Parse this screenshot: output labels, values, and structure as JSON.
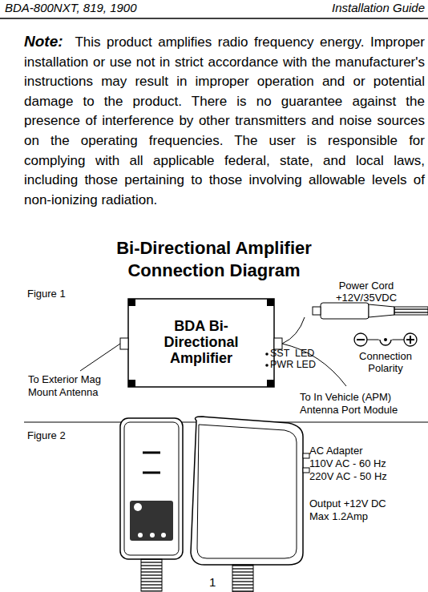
{
  "diagram": {
    "title": "Bi-Directional Amplifier Connection Diagram",
    "nodes": [
      {
        "text": [
          "BDA Bi-Directional Amplifier"
        ]
      }
    ],
    "labels": [
      "BDA-800NXT, 819, 1900",
      "Installation Guide",
      "Note:",
      "This product amplifies radio frequency energy. Improper installation or use not in strict accordance with the manufacturer's instructions may result in improper operation and or potential damage to the product.  There is no guarantee against the presence of interference by other transmitters and noise sources on the operating frequencies.  The user is responsible for complying with all applicable federal, state, and local laws, including those pertaining to those involving allowable levels of non-ionizing radiation.",
      "Figure 1",
      "Power Cord +12V/35VDC",
      "SST  LED",
      "PWR LED",
      "Connection Polarity",
      "To Exterior Mag Mount Antenna",
      "To In Vehicle (APM) Antenna Port Module",
      "Figure 2",
      "AC Adapter",
      "110V AC - 60 Hz",
      "220V AC - 50 Hz",
      "Output +12V DC",
      "Max 1.2Amp",
      "1"
    ]
  }
}
